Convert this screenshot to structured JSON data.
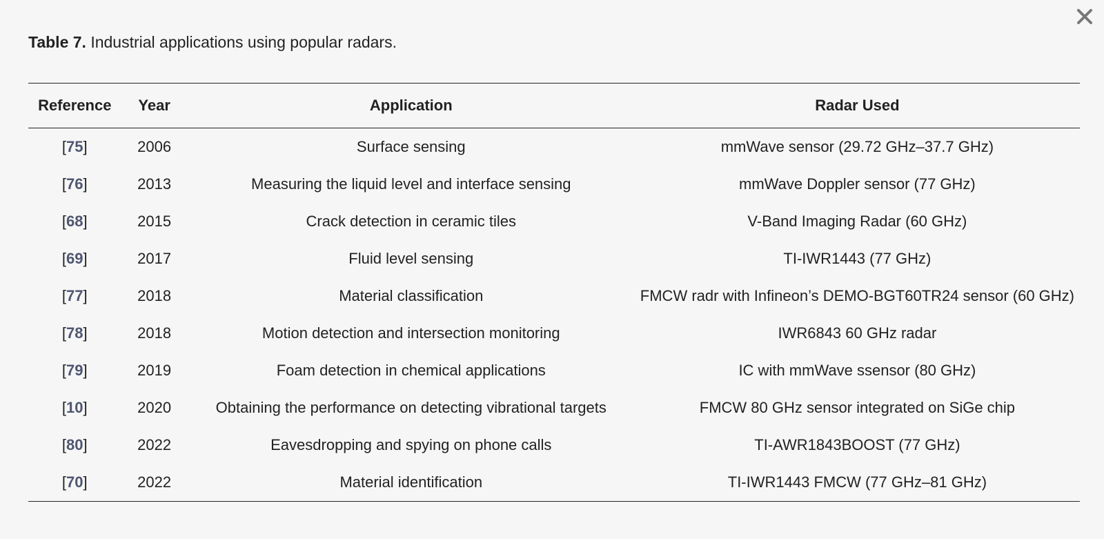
{
  "caption": {
    "label": "Table 7.",
    "text": " Industrial applications using popular radars."
  },
  "table": {
    "headers": {
      "reference": "Reference",
      "year": "Year",
      "application": "Application",
      "radar": "Radar Used"
    },
    "rows": [
      {
        "ref": "75",
        "year": "2006",
        "application": "Surface sensing",
        "radar": "mmWave sensor (29.72 GHz–37.7 GHz)"
      },
      {
        "ref": "76",
        "year": "2013",
        "application": "Measuring the liquid level and interface sensing",
        "radar": "mmWave Doppler sensor (77 GHz)"
      },
      {
        "ref": "68",
        "year": "2015",
        "application": "Crack detection in ceramic tiles",
        "radar": "V-Band Imaging Radar (60 GHz)"
      },
      {
        "ref": "69",
        "year": "2017",
        "application": "Fluid level sensing",
        "radar": "TI-IWR1443 (77 GHz)"
      },
      {
        "ref": "77",
        "year": "2018",
        "application": "Material classification",
        "radar": "FMCW radr with Infineon’s DEMO-BGT60TR24 sensor (60 GHz)"
      },
      {
        "ref": "78",
        "year": "2018",
        "application": "Motion detection and intersection monitoring",
        "radar": "IWR6843 60 GHz radar"
      },
      {
        "ref": "79",
        "year": "2019",
        "application": "Foam detection in chemical applications",
        "radar": "IC with mmWave ssensor (80 GHz)"
      },
      {
        "ref": "10",
        "year": "2020",
        "application": "Obtaining the performance on detecting vibrational targets",
        "radar": "FMCW 80 GHz sensor integrated on SiGe chip"
      },
      {
        "ref": "80",
        "year": "2022",
        "application": "Eavesdropping and spying on phone calls",
        "radar": "TI-AWR1843BOOST (77 GHz)"
      },
      {
        "ref": "70",
        "year": "2022",
        "application": "Material identification",
        "radar": "TI-IWR1443 FMCW (77 GHz–81 GHz)"
      }
    ]
  },
  "icons": {
    "close": "close-icon"
  },
  "colors": {
    "background": "#f6f6f6",
    "text": "#222222",
    "reference_link": "#4f5671"
  }
}
